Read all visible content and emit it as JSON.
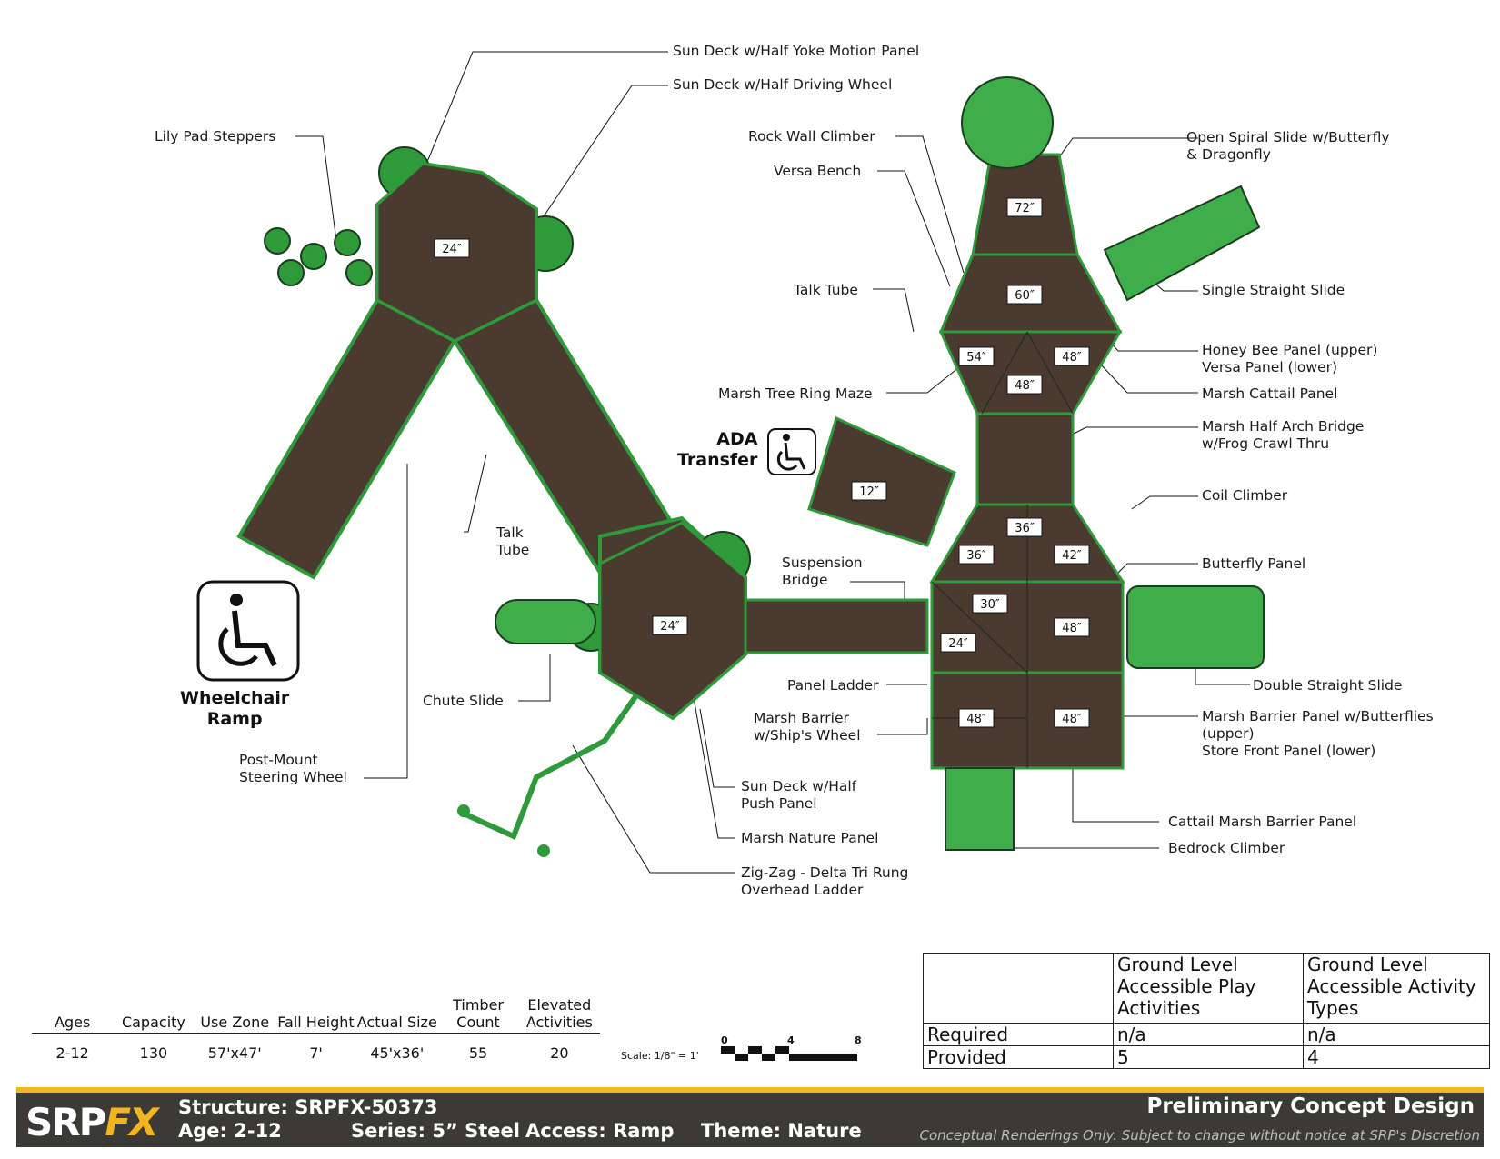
{
  "heights": {
    "h_24a": "24″",
    "h_24b": "24″",
    "h_12": "12″",
    "h_72": "72″",
    "h_60": "60″",
    "h_54": "54″",
    "h_48t": "48″",
    "h_48m": "48″",
    "h_36": "36″",
    "h_36b": "36″",
    "h_42": "42″",
    "h_30": "30″",
    "h_24c": "24″",
    "h_48r": "48″",
    "h_48bl": "48″",
    "h_48br": "48″"
  },
  "labels": {
    "yoke": "Sun Deck w/Half Yoke Motion Panel",
    "driving": "Sun Deck w/Half Driving Wheel",
    "lily": "Lily Pad Steppers",
    "rock": "Rock Wall Climber",
    "versa_bench": "Versa Bench",
    "spiral1": "Open Spiral Slide w/Butterfly",
    "spiral2": "& Dragonfly",
    "talk_tube": "Talk Tube",
    "single": "Single Straight Slide",
    "honey1": "Honey Bee Panel (upper)",
    "honey2": "Versa Panel (lower)",
    "ring_maze": "Marsh Tree Ring Maze",
    "cattail": "Marsh Cattail Panel",
    "arch1": "Marsh Half Arch Bridge",
    "arch2": "w/Frog Crawl Thru",
    "coil": "Coil Climber",
    "talk2a": "Talk",
    "talk2b": "Tube",
    "susp1": "Suspension",
    "susp2": "Bridge",
    "butterfly": "Butterfly Panel",
    "double": "Double Straight Slide",
    "panel_ladder": "Panel Ladder",
    "ship1": "Marsh Barrier",
    "ship2": "w/Ship's Wheel",
    "mbarrier1": "Marsh Barrier Panel w/Butterflies",
    "mbarrier2": "(upper)",
    "mbarrier3": "Store Front Panel (lower)",
    "chute": "Chute Slide",
    "push1": "Sun Deck w/Half",
    "push2": "Push Panel",
    "nature": "Marsh Nature Panel",
    "cmbarrier": "Cattail Marsh Barrier Panel",
    "bedrock": "Bedrock Climber",
    "zigzag1": "Zig-Zag - Delta Tri Rung",
    "zigzag2": "Overhead Ladder",
    "post1": "Post-Mount",
    "post2": "Steering Wheel",
    "wheel1": "Wheelchair",
    "wheel2": "Ramp",
    "adat1": "ADA",
    "adat2": "Transfer"
  },
  "specs": {
    "headers": [
      "Ages",
      "Capacity",
      "Use Zone",
      "Fall Height",
      "Actual Size",
      "Timber Count",
      "Elevated Activities"
    ],
    "values": [
      "2-12",
      "130",
      "57'x47'",
      "7'",
      "45'x36'",
      "55",
      "20"
    ]
  },
  "scale": {
    "label": "Scale: 1/8\" = 1'",
    "t0": "0",
    "t4": "4",
    "t8": "8"
  },
  "accessibility": {
    "col1": "Ground Level Accessible Play Activities",
    "col2": "Ground Level Accessible Activity Types",
    "rows": [
      {
        "label": "Required",
        "a": "n/a",
        "b": "n/a"
      },
      {
        "label": "Provided",
        "a": "5",
        "b": "4"
      }
    ]
  },
  "footer": {
    "logo_a": "SRP",
    "logo_b": "FX",
    "structure": "Structure: SRPFX-50373",
    "age": "Age: 2-12",
    "series": "Series: 5” Steel",
    "access": "Access: Ramp",
    "theme": "Theme: Nature",
    "title": "Preliminary Concept Design",
    "disclaimer": "Conceptual Renderings Only. Subject to change without notice at SRP's Discretion"
  },
  "colors": {
    "deck": "#4a3a30",
    "green": "#2f9a3a",
    "yellow": "#f2b51f",
    "footer": "#3b3a37"
  }
}
